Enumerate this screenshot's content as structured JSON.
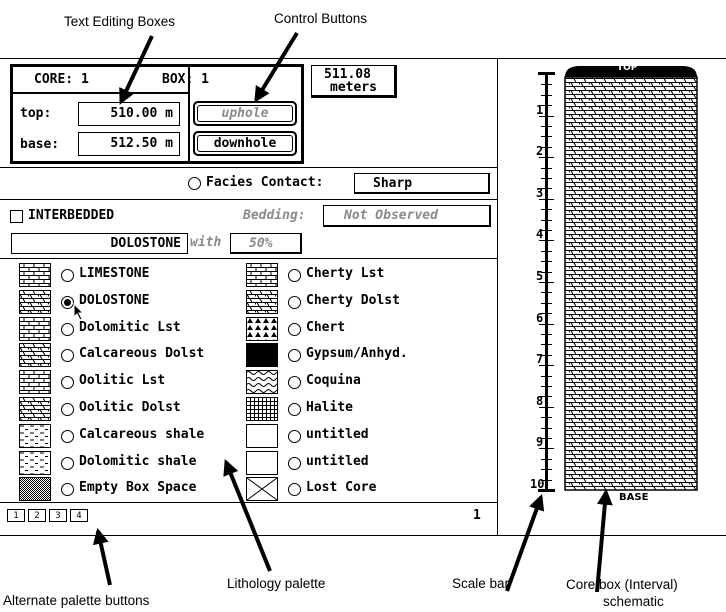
{
  "annotations": {
    "text_editing_boxes": "Text Editing Boxes",
    "control_buttons": "Control Buttons",
    "alternate_palette_buttons": "Alternate palette buttons",
    "lithology_palette": "Lithology palette",
    "scale_bar": "Scale bar",
    "core_box_line1": "Core box (Interval)",
    "core_box_line2": "schematic"
  },
  "header": {
    "core_label": "CORE: 1",
    "box_label": "BOX: 1",
    "top_label": "top:",
    "top_value": "510.00 m",
    "base_label": "base:",
    "base_value": "512.50 m",
    "uphole_button": "uphole",
    "downhole_button": "downhole",
    "depth_value": "511.08",
    "depth_unit": "meters"
  },
  "facies": {
    "label": "Facies Contact:",
    "value": "Sharp"
  },
  "interbedded": {
    "label": "INTERBEDDED",
    "bedding_label": "Bedding:",
    "bedding_value": "Not Observed",
    "lithology": "DOLOSTONE",
    "with_label": "with",
    "percent": "50%"
  },
  "lithology_left": [
    {
      "label": "LIMESTONE",
      "pattern": "brick",
      "selected": false
    },
    {
      "label": "DOLOSTONE",
      "pattern": "dolo-brick",
      "selected": true
    },
    {
      "label": "Dolomitic Lst",
      "pattern": "brick",
      "selected": false
    },
    {
      "label": "Calcareous Dolst",
      "pattern": "dolo-brick",
      "selected": false
    },
    {
      "label": "Oolitic Lst",
      "pattern": "brick",
      "selected": false
    },
    {
      "label": "Oolitic Dolst",
      "pattern": "dolo-brick",
      "selected": false
    },
    {
      "label": "Calcareous shale",
      "pattern": "dash",
      "selected": false
    },
    {
      "label": "Dolomitic shale",
      "pattern": "dash",
      "selected": false
    },
    {
      "label": "Empty Box Space",
      "pattern": "stipple",
      "selected": false
    }
  ],
  "lithology_right": [
    {
      "label": "Cherty Lst",
      "pattern": "brick",
      "selected": false
    },
    {
      "label": "Cherty Dolst",
      "pattern": "dolo-brick",
      "selected": false
    },
    {
      "label": "Chert",
      "pattern": "triangles",
      "selected": false
    },
    {
      "label": "Gypsum/Anhyd.",
      "pattern": "solid",
      "selected": false
    },
    {
      "label": "Coquina",
      "pattern": "waves",
      "selected": false
    },
    {
      "label": "Halite",
      "pattern": "grid",
      "selected": false
    },
    {
      "label": "untitled",
      "pattern": "blank",
      "selected": false
    },
    {
      "label": "untitled",
      "pattern": "blank",
      "selected": false
    },
    {
      "label": "Lost Core",
      "pattern": "cross",
      "selected": false
    }
  ],
  "palette_tabs": [
    "1",
    "2",
    "3",
    "4"
  ],
  "palette_page": "1",
  "core_box": {
    "top_label": "TOP",
    "base_label": "BASE"
  },
  "scale": [
    "1",
    "2",
    "3",
    "4",
    "5",
    "6",
    "7",
    "8",
    "9",
    "10"
  ]
}
